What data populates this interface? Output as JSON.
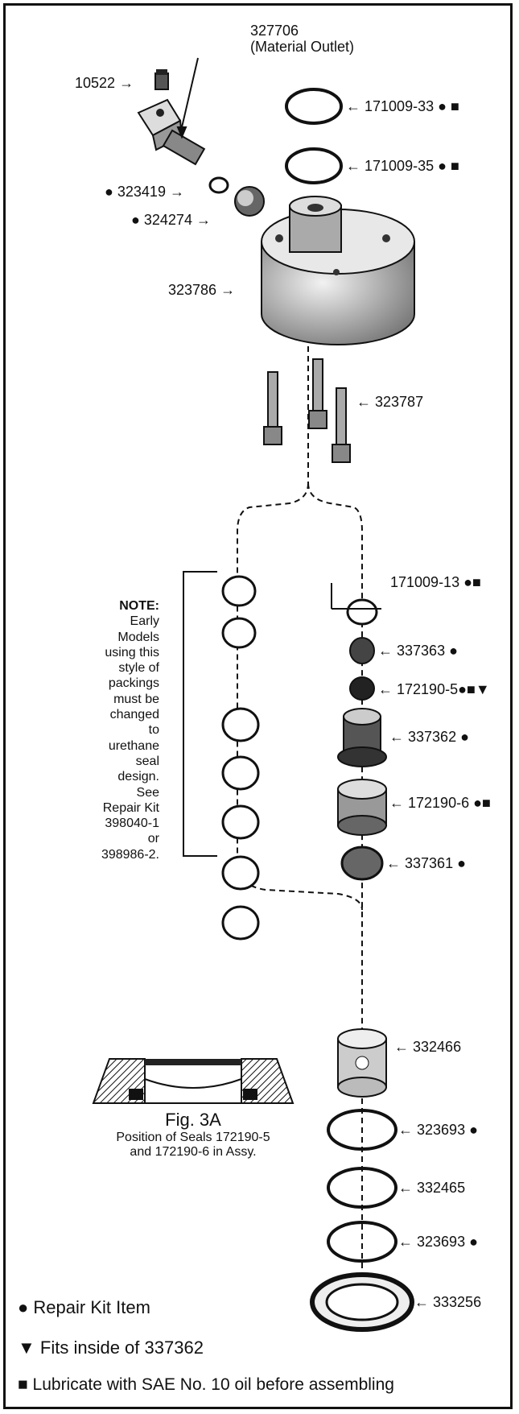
{
  "parts": {
    "p327706": "327706",
    "material_outlet": "(Material Outlet)",
    "p10522": "10522",
    "p171009_33": "171009-33",
    "p171009_35": "171009-35",
    "p323419": "323419",
    "p324274": "324274",
    "p323786": "323786",
    "p323787": "323787",
    "p171009_13": "171009-13",
    "p337363": "337363",
    "p172190_5": "172190-5",
    "p337362": "337362",
    "p172190_6": "172190-6",
    "p337361": "337361",
    "p332466": "332466",
    "p323693a": "323693",
    "p332465": "332465",
    "p323693b": "323693",
    "p333256": "333256"
  },
  "symbols": {
    "dot": "●",
    "square": "■",
    "triangle": "▼",
    "arrow": "→",
    "arrow_left": "←"
  },
  "note": {
    "lines": [
      "NOTE:",
      "Early",
      "Models",
      "using this",
      "style of",
      "packings",
      "must be",
      "changed",
      "to",
      "urethane",
      "seal",
      "design.",
      "See",
      "Repair Kit",
      "398040-1",
      "or",
      "398986-2."
    ]
  },
  "figure": {
    "title": "Fig. 3A",
    "caption_line1": "Position of Seals 172190-5",
    "caption_line2": "and 172190-6 in Assy."
  },
  "legend": {
    "repair_kit": "Repair Kit Item",
    "fits_inside": "Fits inside of 337362",
    "lubricate": "Lubricate with SAE No. 10 oil before assembling"
  }
}
